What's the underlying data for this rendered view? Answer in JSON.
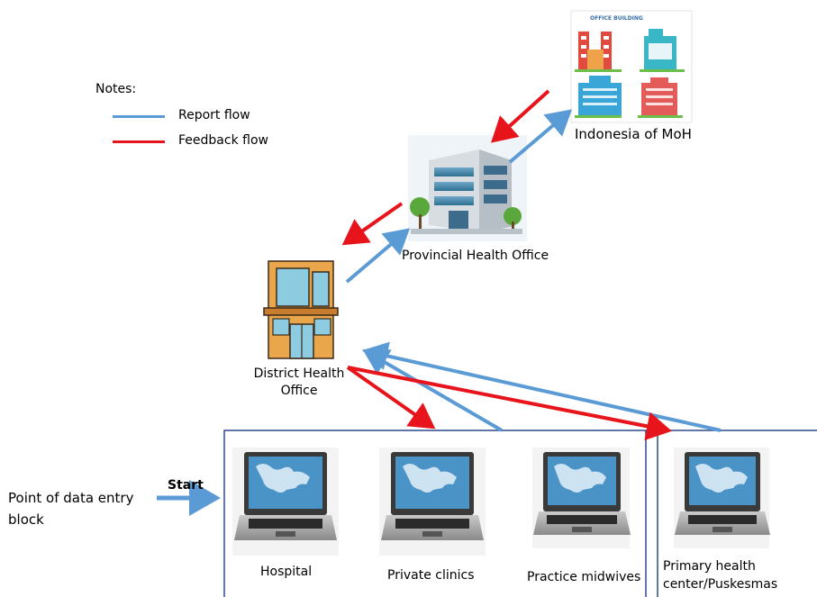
{
  "colors": {
    "report": "#5b9bd5",
    "feedback": "#e8141b",
    "box_border": "#2f4a8a"
  },
  "notes": {
    "title": "Notes:",
    "report_label": "Report flow",
    "feedback_label": "Feedback flow"
  },
  "nodes": {
    "moh_label": "Indonesia of MoH",
    "moh_sign": "OFFICE BUILDING",
    "provincial_label": "Provincial Health Office",
    "district_label": "District Health Office",
    "hospital_label": "Hospital",
    "private_label": "Private clinics",
    "midwives_label": "Practice midwives",
    "puskesmas_label": "Primary health center/Puskesmas"
  },
  "entry": {
    "label": "Point of data entry block",
    "start_label": "Start"
  },
  "icons": [
    "office-building-icon",
    "laptop-icon"
  ]
}
